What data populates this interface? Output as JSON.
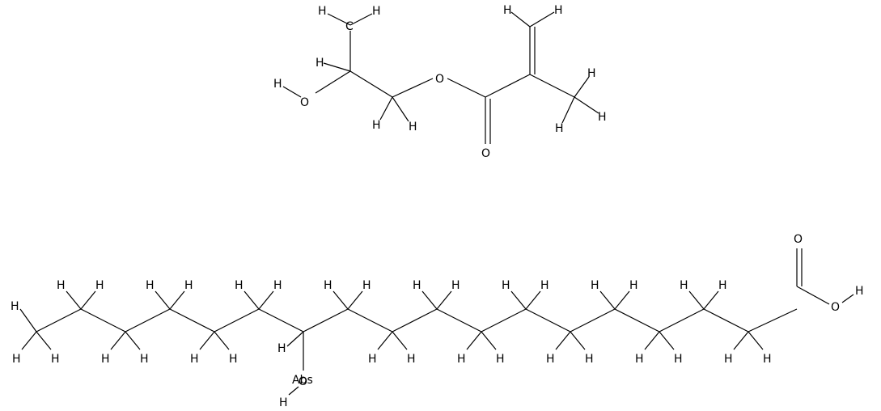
{
  "diagram": {
    "molecules": [
      {
        "id": "hydroxypropyl-methacrylate",
        "atom_labels": [
          "H",
          "H",
          "C",
          "H",
          "H",
          "O",
          "O",
          "O",
          "H",
          "H",
          "H",
          "H",
          "H",
          "H",
          "H"
        ]
      },
      {
        "id": "hydroxystearic-acid",
        "hydrogen_label": "H",
        "oxygen_label": "O",
        "stereo_label": "Abs"
      }
    ]
  }
}
